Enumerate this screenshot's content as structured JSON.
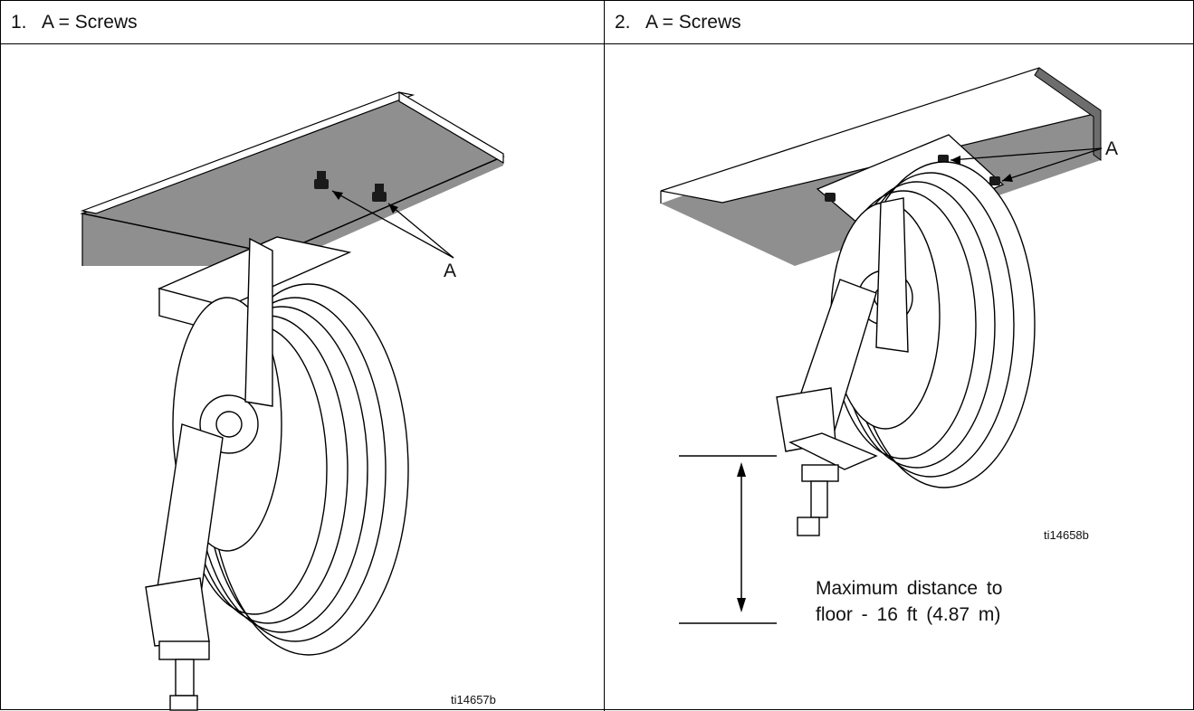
{
  "steps": [
    {
      "number": "1.",
      "caption": "A = Screws",
      "callout_label": "A",
      "figure_code": "ti14657b",
      "illustration": "hose-reel-ceiling-mount-step-1"
    },
    {
      "number": "2.",
      "caption": "A = Screws",
      "callout_label": "A",
      "figure_code": "ti14658b",
      "illustration": "hose-reel-ceiling-mount-step-2",
      "distance_note_line1": "Maximum distance to",
      "distance_note_line2": "floor - 16 ft (4.87 m)"
    }
  ],
  "colors": {
    "ceiling": "#8f8f8f",
    "line": "#000000",
    "screw": "#1a1a1a"
  }
}
